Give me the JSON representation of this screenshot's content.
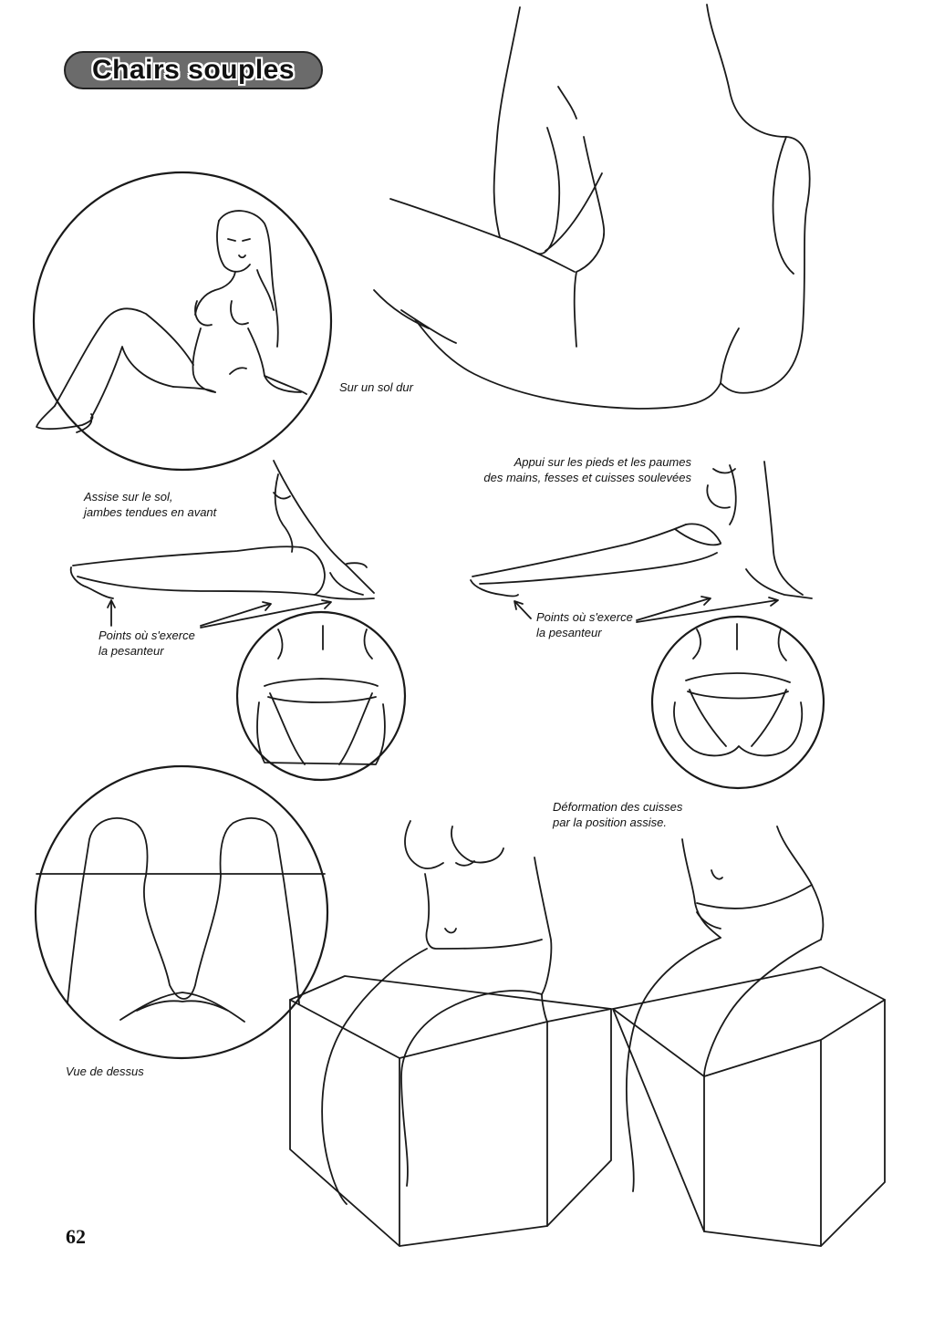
{
  "title": "Chairs souples",
  "captions": {
    "hard_floor": "Sur un sol dur",
    "seated_legs_forward": "Assise sur le sol,\njambes tendues en avant",
    "gravity_points_left": "Points où s'exerce\nla pesanteur",
    "raised_support": "Appui sur les pieds et les paumes\ndes mains, fesses et cuisses soulevées",
    "gravity_points_right": "Points où s'exerce\nla pesanteur",
    "thigh_deformation": "Déformation des cuisses\npar la position assise.",
    "top_view": "Vue de dessus"
  },
  "page_number": "62"
}
